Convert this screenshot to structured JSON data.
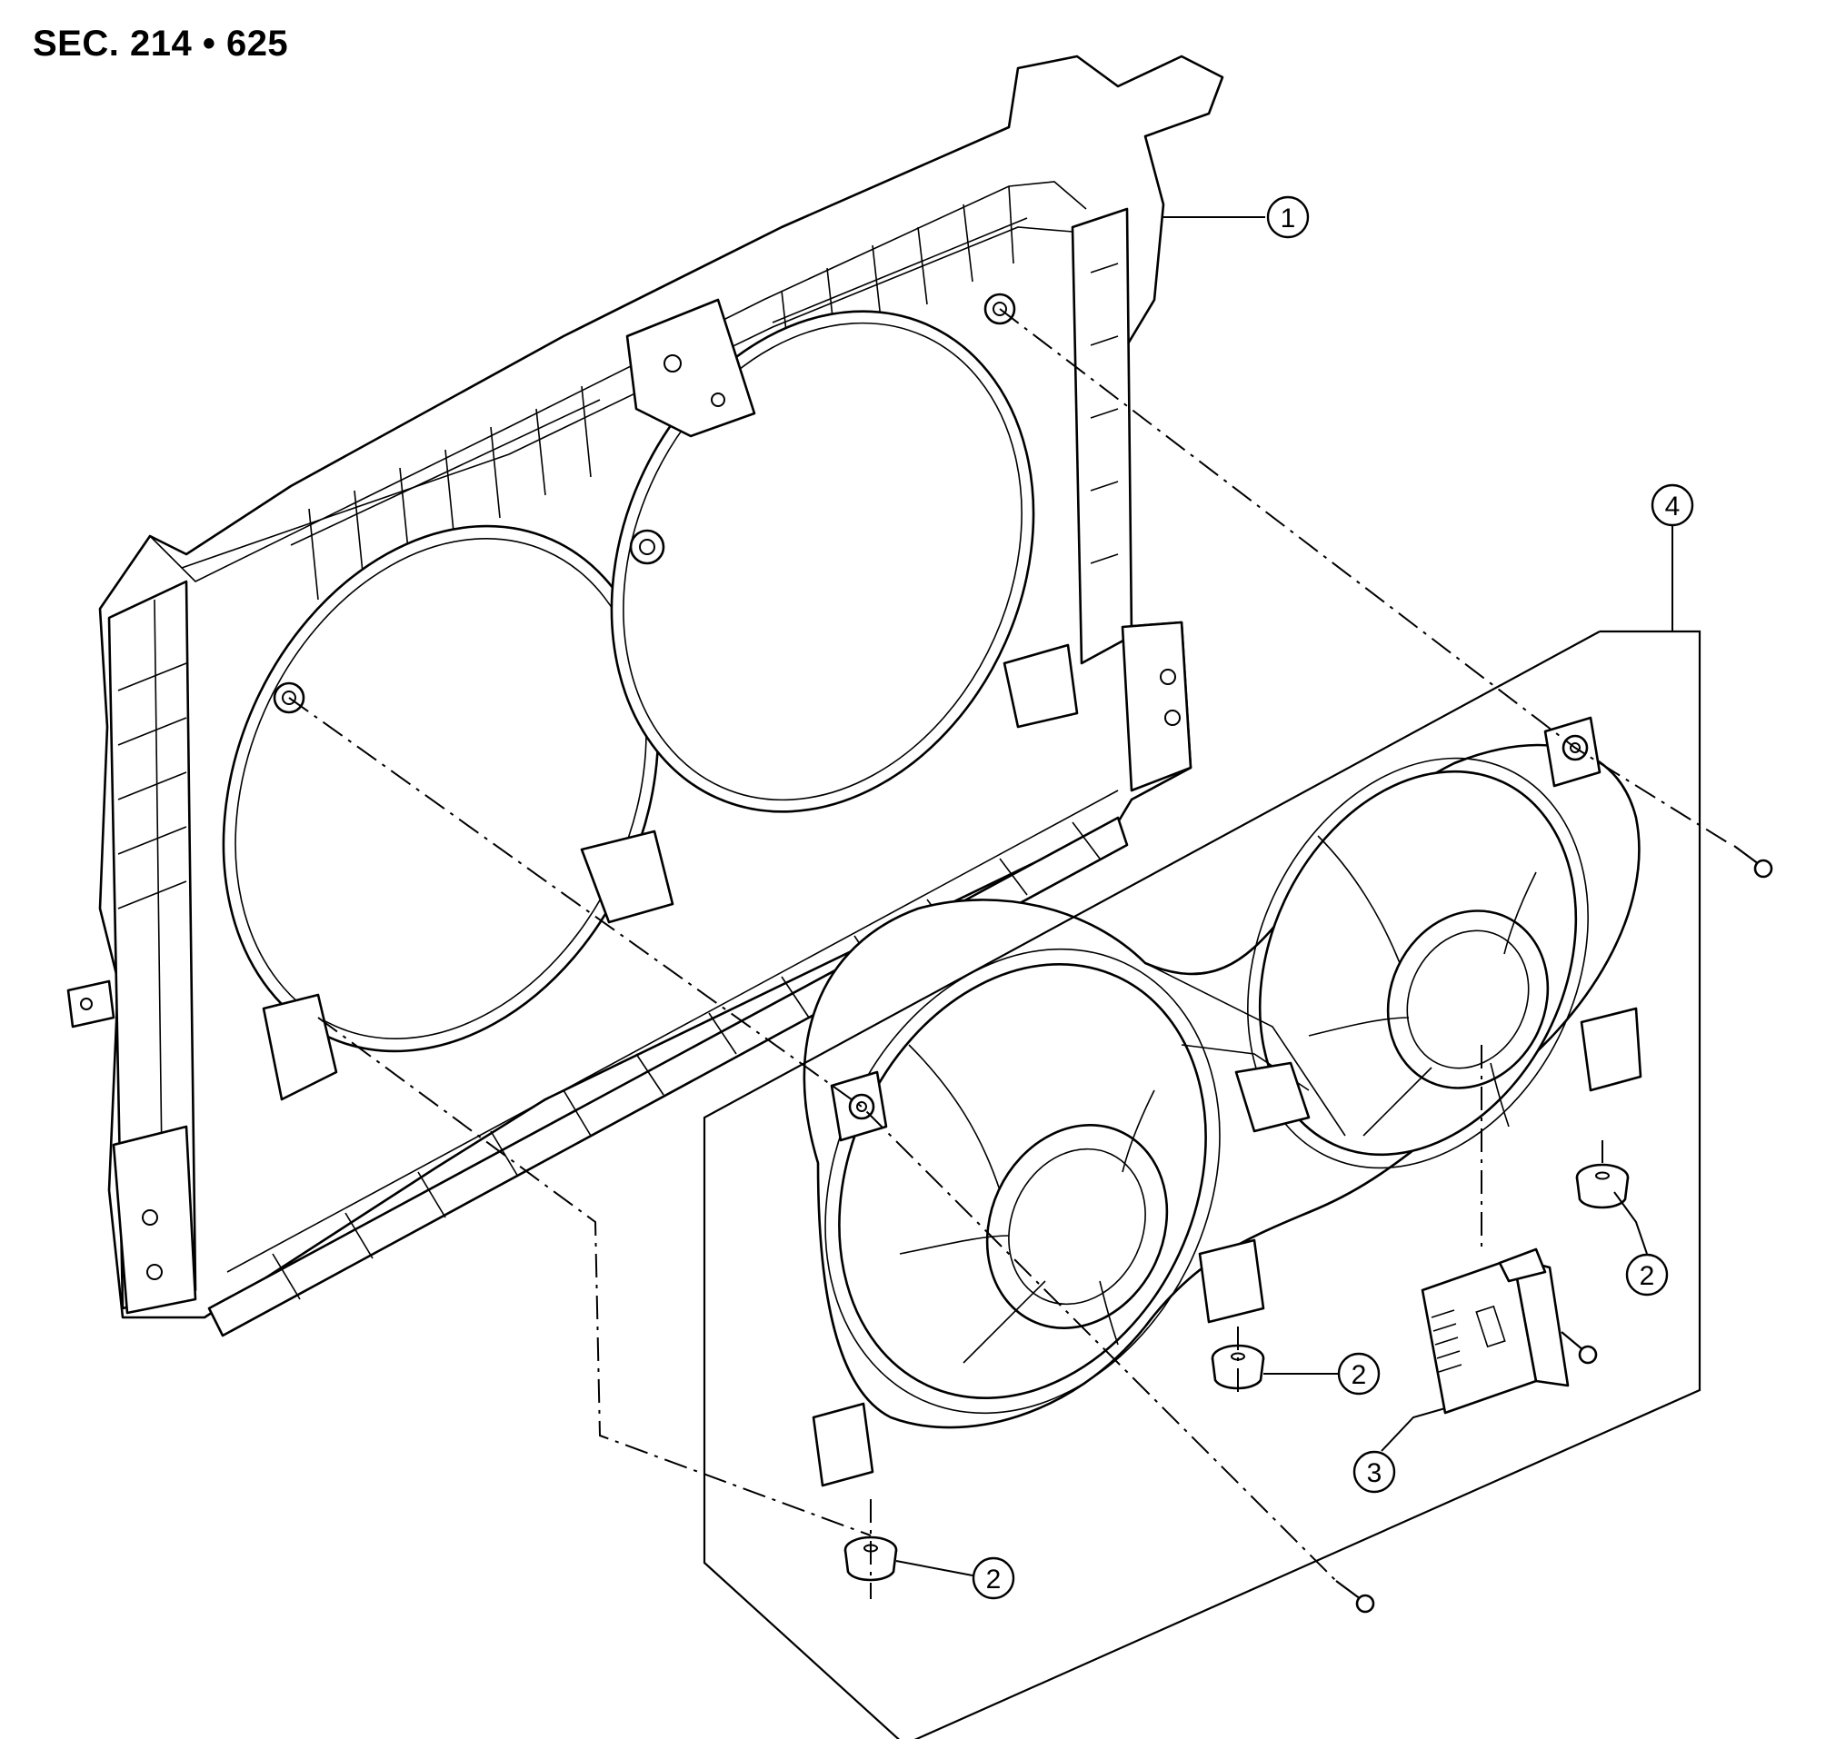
{
  "header": {
    "section_code": "SEC. 214 • 625"
  },
  "callouts": [
    {
      "id": "c1",
      "number": "1"
    },
    {
      "id": "c4",
      "number": "4"
    },
    {
      "id": "c2a",
      "number": "2"
    },
    {
      "id": "c2b",
      "number": "2"
    },
    {
      "id": "c2c",
      "number": "2"
    },
    {
      "id": "c3",
      "number": "3"
    }
  ]
}
